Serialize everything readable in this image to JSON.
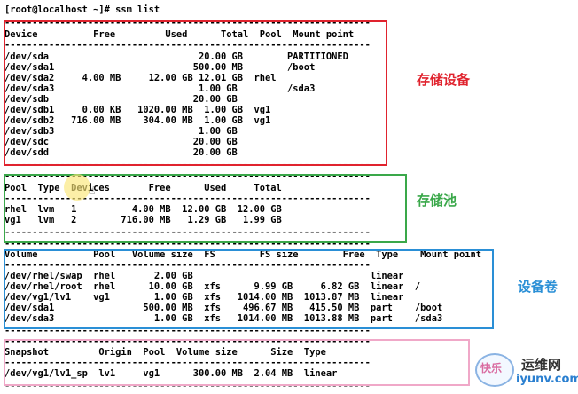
{
  "prompt": "[root@localhost ~]# ssm list",
  "separator": "------------------------------------------------------------------",
  "devices": {
    "header": "Device          Free         Used      Total  Pool  Mount point",
    "rows": [
      "/dev/sda                           20.00 GB        PARTITIONED",
      "/dev/sda1                         500.00 MB        /boot",
      "/dev/sda2     4.00 MB     12.00 GB 12.01 GB  rhel",
      "/dev/sda3                          1.00 GB         /sda3",
      "/dev/sdb                          20.00 GB",
      "/dev/sdb1     0.00 KB   1020.00 MB  1.00 GB  vg1",
      "/dev/sdb2   716.00 MB    304.00 MB  1.00 GB  vg1",
      "/dev/sdb3                          1.00 GB",
      "/dev/sdc                          20.00 GB",
      "/dev/sdd                          20.00 GB"
    ],
    "annotation": "存储设备"
  },
  "pools": {
    "header": "Pool  Type  Devices       Free      Used     Total",
    "rows": [
      "rhel  lvm   1          4.00 MB  12.00 GB  12.00 GB",
      "vg1   lvm   2        716.00 MB   1.29 GB   1.99 GB"
    ],
    "annotation": "存储池"
  },
  "volumes": {
    "header": "Volume          Pool   Volume size  FS        FS size        Free  Type    Mount point",
    "rows": [
      "/dev/rhel/swap  rhel       2.00 GB                                linear",
      "/dev/rhel/root  rhel      10.00 GB  xfs      9.99 GB     6.82 GB  linear  /",
      "/dev/vg1/lv1    vg1        1.00 GB  xfs   1014.00 MB  1013.87 MB  linear",
      "/dev/sda1                500.00 MB  xfs    496.67 MB   415.50 MB  part    /boot",
      "/dev/sda3                  1.00 GB  xfs   1014.00 MB  1013.88 MB  part    /sda3"
    ],
    "annotation": "设备卷"
  },
  "snapshots": {
    "header": "Snapshot         Origin  Pool  Volume size      Size  Type",
    "rows": [
      "/dev/vg1/lv1_sp  lv1     vg1      300.00 MB  2.04 MB  linear"
    ]
  },
  "watermark": {
    "site_name": "运维网",
    "domain": "iyunv.com",
    "logo_chars": "快乐"
  },
  "colors": {
    "devices_box": "#e0232e",
    "pools_box": "#3aa84a",
    "volumes_box": "#2a8fd6",
    "snapshots_box": "#f0a8c8",
    "devices_note": "#e0232e",
    "pools_note": "#3aa84a",
    "volumes_note": "#2a8fd6"
  }
}
